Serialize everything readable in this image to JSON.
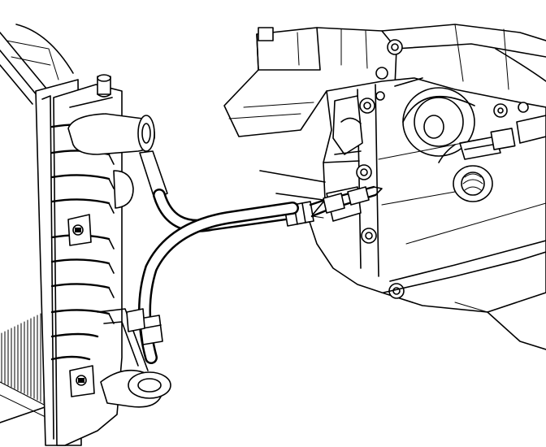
{
  "diagram": {
    "kind": "line-illustration",
    "subject": "radiator-with-transmission-cooler-lines-to-transmission",
    "colors": {
      "ink": "#000000",
      "paper": "#ffffff"
    },
    "components": [
      {
        "name": "radiator-core",
        "icon": "fin-hatching"
      },
      {
        "name": "radiator-tank",
        "icon": "ribbed-tank"
      },
      {
        "name": "upper-cooler-hose",
        "icon": "hose"
      },
      {
        "name": "lower-cooler-hose",
        "icon": "hose"
      },
      {
        "name": "transmission-case",
        "icon": "engine-block"
      },
      {
        "name": "cooler-line-fittings",
        "icon": "fitting"
      }
    ]
  }
}
